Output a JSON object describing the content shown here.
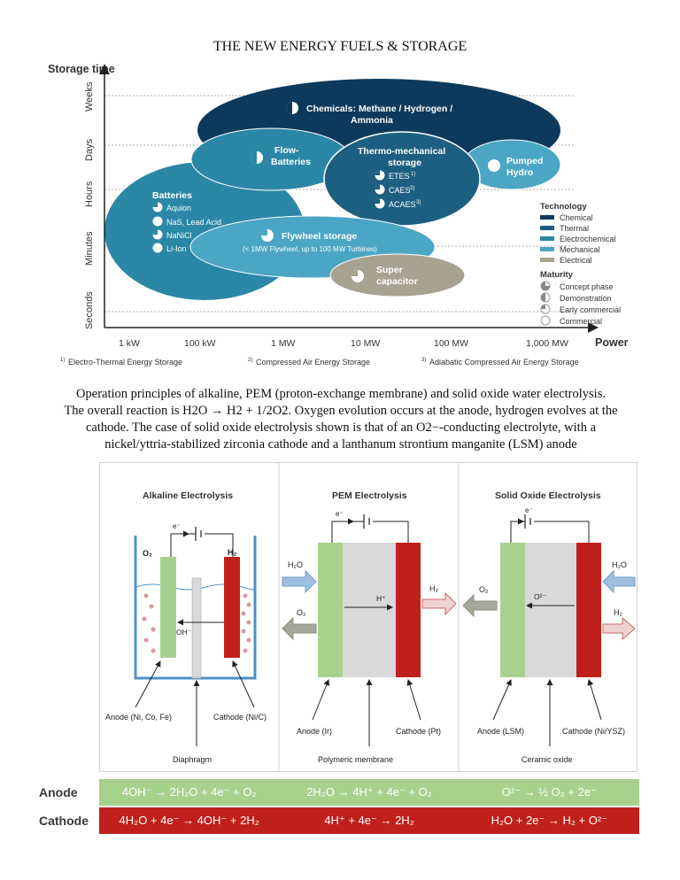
{
  "page_title": "THE NEW ENERGY FUELS & STORAGE",
  "storage_chart": {
    "y_title": "Storage time",
    "x_title": "Power",
    "y_ticks": [
      "Weeks",
      "Days",
      "Hours",
      "Minutes",
      "Seconds"
    ],
    "x_ticks": [
      "1 kW",
      "100 kW",
      "1 MW",
      "10 MW",
      "100 MW",
      "1,000 MW"
    ],
    "chemicals": "Chemicals: Methane / Hydrogen / Ammonia",
    "chemicals_l1": "Chemicals: Methane / Hydrogen /",
    "chemicals_l2": "Ammonia",
    "flow_l1": "Flow-",
    "flow_l2": "Batteries",
    "thermo_l1": "Thermo-mechanical",
    "thermo_l2": "storage",
    "thermo_items": [
      "ETES",
      "CAES",
      "ACAES"
    ],
    "thermo_sups": [
      "1)",
      "2)",
      "3)"
    ],
    "pumped_l1": "Pumped",
    "pumped_l2": "Hydro",
    "batteries_title": "Batteries",
    "battery_items": [
      "Aquion",
      "NaS, Lead Acid",
      "NaNiCl",
      "Li-Ion"
    ],
    "flywheel_l1": "Flywheel storage",
    "flywheel_l2": "(< 1MW Flywheel, up to 100 MW Turbines)",
    "super_l1": "Super",
    "super_l2": "capacitor",
    "legend_tech_title": "Technology",
    "legend_tech": [
      {
        "label": "Chemical",
        "color": "#0d3a5c"
      },
      {
        "label": "Thermal",
        "color": "#1d5f80"
      },
      {
        "label": "Electrochemical",
        "color": "#2b87a6"
      },
      {
        "label": "Mechanical",
        "color": "#4aa6c4"
      },
      {
        "label": "Electrical",
        "color": "#a8a290"
      }
    ],
    "legend_maturity_title": "Maturity",
    "legend_maturity": [
      "Concept phase",
      "Demonstration",
      "Early commercial",
      "Commercial"
    ],
    "footnote1_sup": "1)",
    "footnote1": "Electro-Thermal Energy Storage",
    "footnote2_sup": "2)",
    "footnote2": "Compressed Air Energy Storage",
    "footnote3_sup": "3)",
    "footnote3": "Adiabatic Compressed Air Energy Storage"
  },
  "caption_lines": [
    "Operation principles of alkaline, PEM (proton-exchange membrane) and solid oxide water electrolysis.",
    "The overall reaction is H2O → H2 + 1/2O2. Oxygen evolution occurs at the anode, hydrogen evolves at the",
    "cathode. The case of solid oxide electrolysis shown is that of an O2−-conducting electrolyte, with a",
    "nickel/yttria-stabilized zirconia cathode and a lanthanum strontium manganite (LSM) anode"
  ],
  "electrolysis": {
    "alkaline_title": "Alkaline Electrolysis",
    "pem_title": "PEM Electrolysis",
    "soe_title": "Solid Oxide Electrolysis",
    "electron": "e⁻",
    "o2": "O₂",
    "h2": "H₂",
    "h2o": "H₂O",
    "oh": "OH⁻",
    "hplus": "H⁺",
    "o2minus": "O²⁻",
    "alk_anode": "Anode (Ni, Co, Fe)",
    "alk_cathode": "Cathode (Ni/C)",
    "alk_sep": "Diaphragm",
    "pem_anode": "Anode (Ir)",
    "pem_cathode": "Cathode (Pt)",
    "pem_sep": "Polymeric membrane",
    "soe_anode": "Anode (LSM)",
    "soe_cathode": "Cathode (Ni/YSZ)",
    "soe_sep": "Ceramic oxide",
    "anode_color": "#a9d18e",
    "cathode_color": "#c0201b",
    "separator_color": "#d9d9d9"
  },
  "reactions": {
    "anode_label": "Anode",
    "cathode_label": "Cathode",
    "anode": [
      "4OH⁻ → 2H₂O + 4e⁻ + O₂",
      "2H₂O → 4H⁺ + 4e⁻ + O₂",
      "O²⁻ → ½ O₂ + 2e⁻"
    ],
    "cathode": [
      "4H₂O + 4e⁻ → 4OH⁻ + 2H₂",
      "4H⁺ + 4e⁻ → 2H₂",
      "H₂O + 2e⁻ → H₂ + O²⁻"
    ]
  }
}
